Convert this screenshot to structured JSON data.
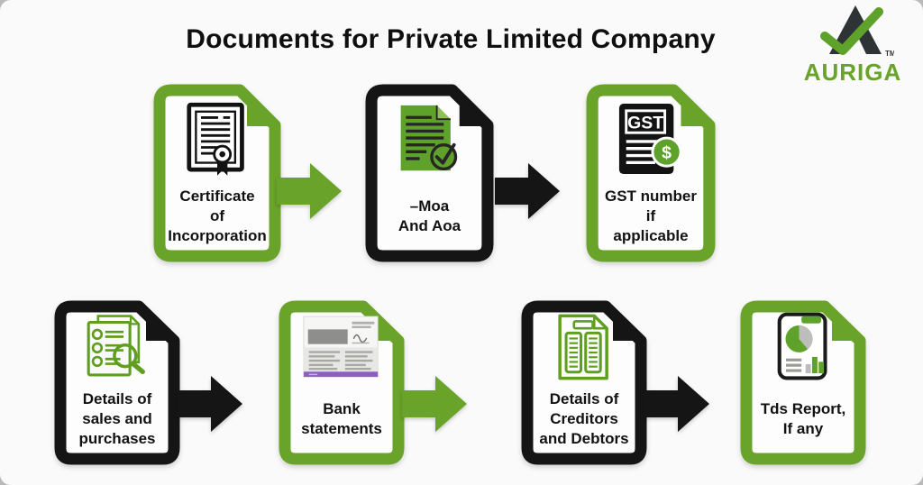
{
  "title": "Documents for Private Limited Company",
  "logo": {
    "brand": "AURIGA",
    "trademark": "TM"
  },
  "colors": {
    "green": "#6aa32a",
    "black": "#151515",
    "background": "#fafafa",
    "icon_green": "#5ea12b",
    "purple": "#8a5ec2",
    "gray": "#a8a8a6"
  },
  "flow": {
    "row1": {
      "cards": [
        {
          "id": "certificate-of-incorporation",
          "outline": "green",
          "icon": "certificate-seal-icon",
          "label_lines": [
            "Certificate",
            "of",
            "Incorporation"
          ]
        },
        {
          "id": "moa-and-aoa",
          "outline": "black",
          "icon": "checked-document-icon",
          "label_lines": [
            "–Moa",
            "And Aoa"
          ]
        },
        {
          "id": "gst-number",
          "outline": "green",
          "icon": "gst-invoice-icon",
          "icon_text": "GST",
          "icon_symbol": "$",
          "label_lines": [
            "GST number",
            "if",
            "applicable"
          ]
        }
      ],
      "arrows": [
        {
          "color": "green"
        },
        {
          "color": "black"
        }
      ]
    },
    "row2": {
      "cards": [
        {
          "id": "sales-and-purchases",
          "outline": "black",
          "icon": "checklist-magnifier-icon",
          "label_lines": [
            "Details of",
            "sales and",
            "purchases"
          ]
        },
        {
          "id": "bank-statements",
          "outline": "green",
          "icon": "bank-statement-icon",
          "label_lines": [
            "Bank",
            "statements"
          ]
        },
        {
          "id": "creditors-and-debtors",
          "outline": "black",
          "icon": "ledger-columns-icon",
          "label_lines": [
            "Details of",
            "Creditors",
            "and Debtors"
          ]
        },
        {
          "id": "tds-report",
          "outline": "green",
          "icon": "report-charts-icon",
          "label_lines": [
            "Tds Report,",
            "If any"
          ]
        }
      ],
      "arrows": [
        {
          "color": "black"
        },
        {
          "color": "green"
        },
        {
          "color": "black"
        }
      ]
    }
  }
}
